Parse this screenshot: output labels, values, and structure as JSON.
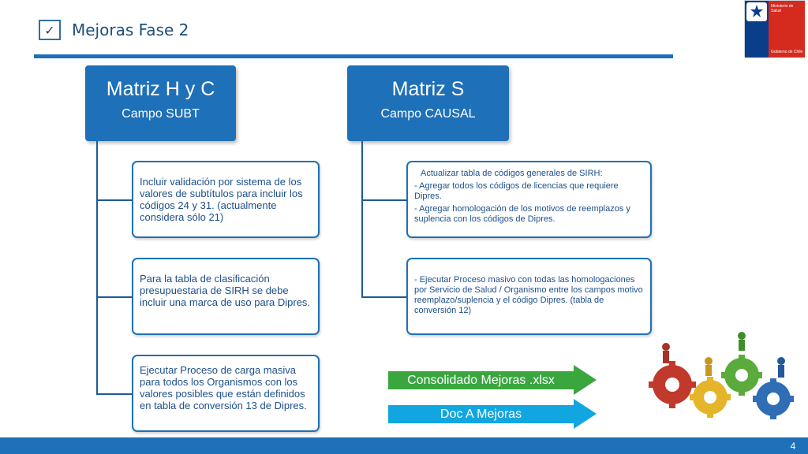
{
  "header": {
    "check_symbol": "✓",
    "title": "Mejoras Fase 2"
  },
  "logo": {
    "ministry": "Ministerio de Salud",
    "government": "Gobierno de Chile"
  },
  "left_column": {
    "title": "Matriz H y C",
    "subtitle": "Campo SUBT",
    "items": [
      "Incluir validación por sistema de los valores de subtítulos para incluir los códigos 24 y 31. (actualmente considera sólo 21)",
      "Para la tabla de clasificación presupuestaria de SIRH se debe incluir una marca de uso para Dipres.",
      "Ejecutar Proceso de carga masiva para todos los Organismos con los valores posibles que están definidos en tabla de conversión 13 de Dipres."
    ]
  },
  "right_column": {
    "title": "Matriz S",
    "subtitle": "Campo CAUSAL",
    "item1": {
      "heading": "Actualizar tabla de códigos generales de SIRH:",
      "line1": "- Agregar todos los códigos de licencias que requiere Dipres.",
      "line2": "- Agregar homologación de los motivos de reemplazos y suplencia con los códigos de Dipres."
    },
    "item2": "- Ejecutar Proceso masivo con todas las homologaciones por Servicio de Salud / Organismo entre los campos motivo reemplazo/suplencia y el código Dipres. (tabla de conversión 12)"
  },
  "arrows": {
    "consolidated": "Consolidado Mejoras .xlsx",
    "doc": "Doc A Mejoras"
  },
  "footer": {
    "page_number": "4"
  },
  "colors": {
    "primary_blue": "#1e70b8",
    "green_arrow": "#3aa63e",
    "cyan_arrow": "#11a6e0"
  }
}
